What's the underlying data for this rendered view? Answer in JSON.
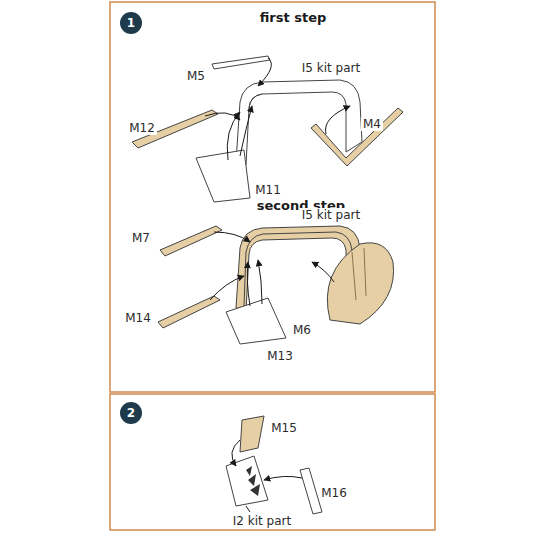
{
  "diagram": {
    "nodes": [
      {
        "text": [
          "1"
        ]
      },
      {
        "text": [
          "2"
        ]
      }
    ],
    "labels": [
      "first step",
      "M5",
      "I5 kit part",
      "M12",
      "M4",
      "M11",
      "second step",
      "I5 kit part",
      "M7",
      "M14",
      "M6",
      "M13",
      "M15",
      "I2 kit part",
      "M16"
    ]
  }
}
